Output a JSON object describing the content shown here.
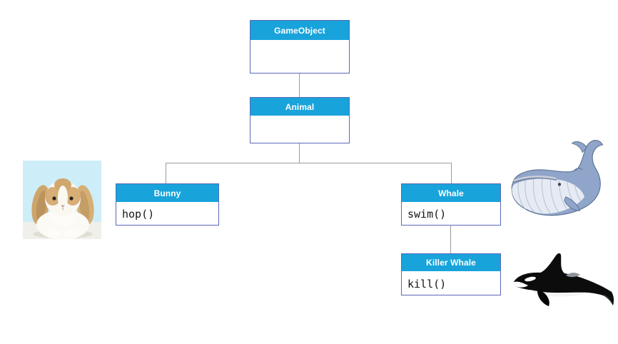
{
  "diagram": {
    "nodes": {
      "gameobject": {
        "title": "GameObject",
        "body": ""
      },
      "animal": {
        "title": "Animal",
        "body": ""
      },
      "bunny": {
        "title": "Bunny",
        "body": "hop()"
      },
      "whale": {
        "title": "Whale",
        "body": "swim()"
      },
      "killer_whale": {
        "title": "Killer Whale",
        "body": "kill()"
      }
    },
    "colors": {
      "header_bg": "#18a3db",
      "header_text": "#ffffff",
      "box_border": "#5b68b7",
      "body_bg": "#ffffff",
      "body_text": "#141414",
      "connector": "#9b9b9b",
      "bunny_photo_bg": "#cdeef8",
      "canvas_bg": "#ffffff"
    },
    "images": {
      "bunny": "bunny-photo",
      "whale": "blue-whale-illustration",
      "killer_whale": "killer-whale-illustration"
    }
  }
}
